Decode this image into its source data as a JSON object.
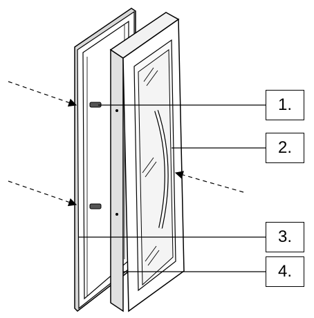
{
  "callouts": [
    {
      "label": "1."
    },
    {
      "label": "2."
    },
    {
      "label": "3."
    },
    {
      "label": "4."
    }
  ],
  "colors": {
    "line": "#000000",
    "frame_fill": "#ffffff",
    "glass_fill": "#f4f4f4",
    "shadow": "#bdbdbd"
  },
  "icons": [
    "hinge-icon",
    "glass-reflection-icon",
    "handle-icon",
    "arrow-icon"
  ]
}
